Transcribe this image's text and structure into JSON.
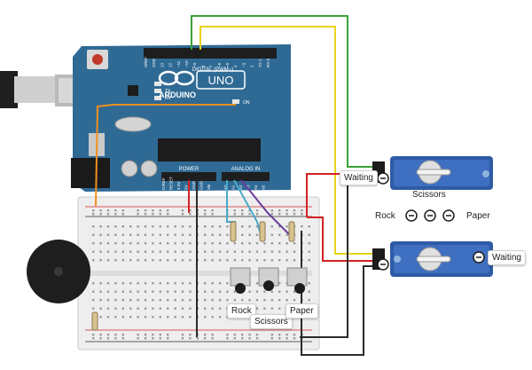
{
  "arduino": {
    "brand": "ARDUINO",
    "model": "UNO",
    "digital_header": "DIGITAL (PWM~)",
    "power_header": "POWER",
    "analog_header": "ANALOG IN",
    "on_led": "ON",
    "led_l": "L",
    "led_tx": "TX",
    "led_rx": "RX",
    "digital_pins": [
      "AREF",
      "GND",
      "13",
      "12",
      "~11",
      "~10",
      "~9",
      "8",
      "7",
      "~6",
      "~5",
      "4",
      "~3",
      "2",
      "TX 1",
      "RX 0"
    ],
    "power_pins": [
      "IOREF",
      "RESET",
      "3.3V",
      "5V",
      "GND",
      "GND",
      "Vin"
    ],
    "analog_pins": [
      "A0",
      "A1",
      "A2",
      "A3",
      "A4",
      "A5"
    ]
  },
  "buttons": {
    "rock": "Rock",
    "scissors": "Scissors",
    "paper": "Paper"
  },
  "servo_top": {
    "status": "Waiting",
    "label_center": "Scissors",
    "label_left": "Rock",
    "label_right": "Paper"
  },
  "servo_bottom": {
    "status": "Waiting"
  },
  "colors": {
    "board": "#2f6a95",
    "breadboard": "#eeeeee",
    "wire_green": "#3aa23a",
    "wire_yellow": "#e8d31c",
    "wire_orange": "#f0901e",
    "wire_red": "#d52020",
    "wire_black": "#2b2b2b",
    "wire_blue": "#4aa9c9",
    "wire_purple": "#6a3a9a",
    "servo_blue": "#2f5ba6"
  }
}
